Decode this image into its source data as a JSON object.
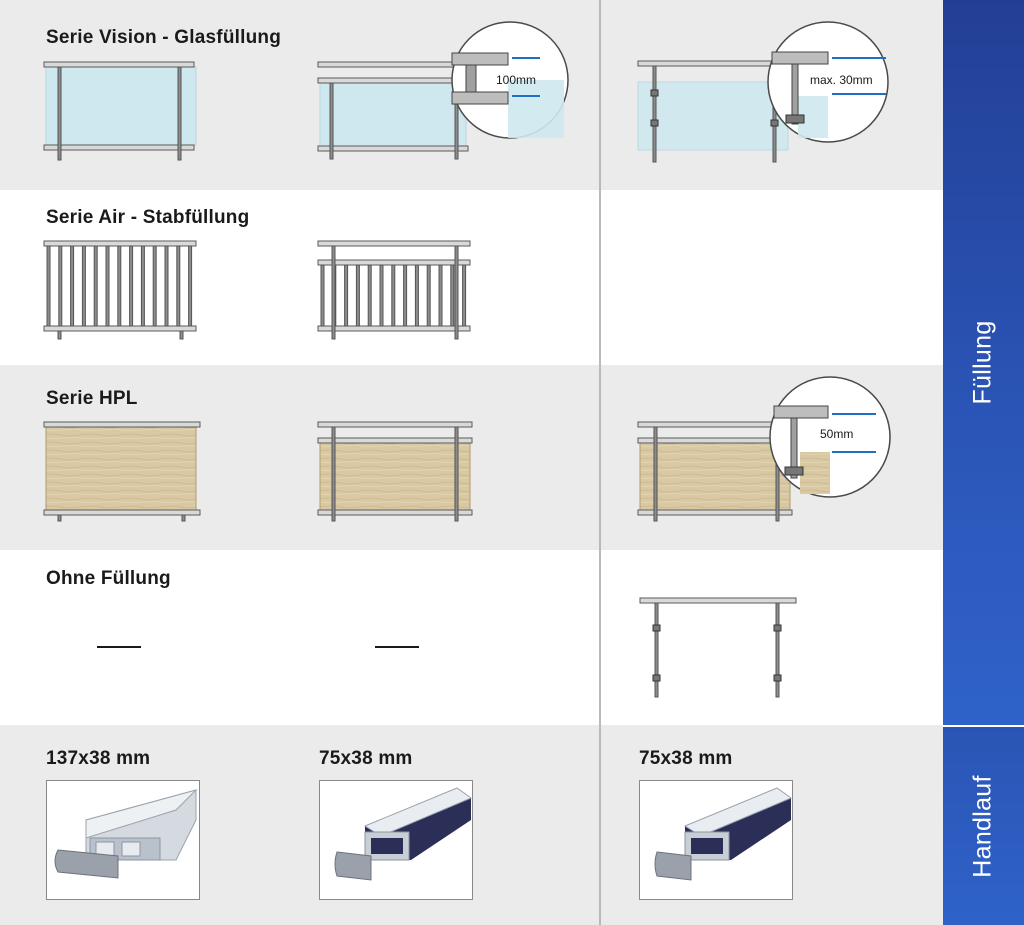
{
  "rows": {
    "vision": {
      "title": "Serie Vision - Glasfüllung",
      "callout_center": "100mm",
      "callout_right": "max. 30mm"
    },
    "air": {
      "title": "Serie Air - Stabfüllung"
    },
    "hpl": {
      "title": "Serie HPL",
      "callout_right": "50mm"
    },
    "ohne": {
      "title": "Ohne Füllung"
    },
    "handlauf": {
      "sizes": [
        "137x38 mm",
        "75x38 mm",
        "75x38 mm"
      ]
    }
  },
  "sidebar": {
    "fuellung": "Füllung",
    "handlauf": "Handlauf"
  },
  "colors": {
    "sidebar_top": "#233f95",
    "sidebar_bottom": "#2f62c9",
    "glass": "#cfe8ef",
    "wood": "#d9c9a3",
    "callout_line": "#1f6fc4"
  }
}
